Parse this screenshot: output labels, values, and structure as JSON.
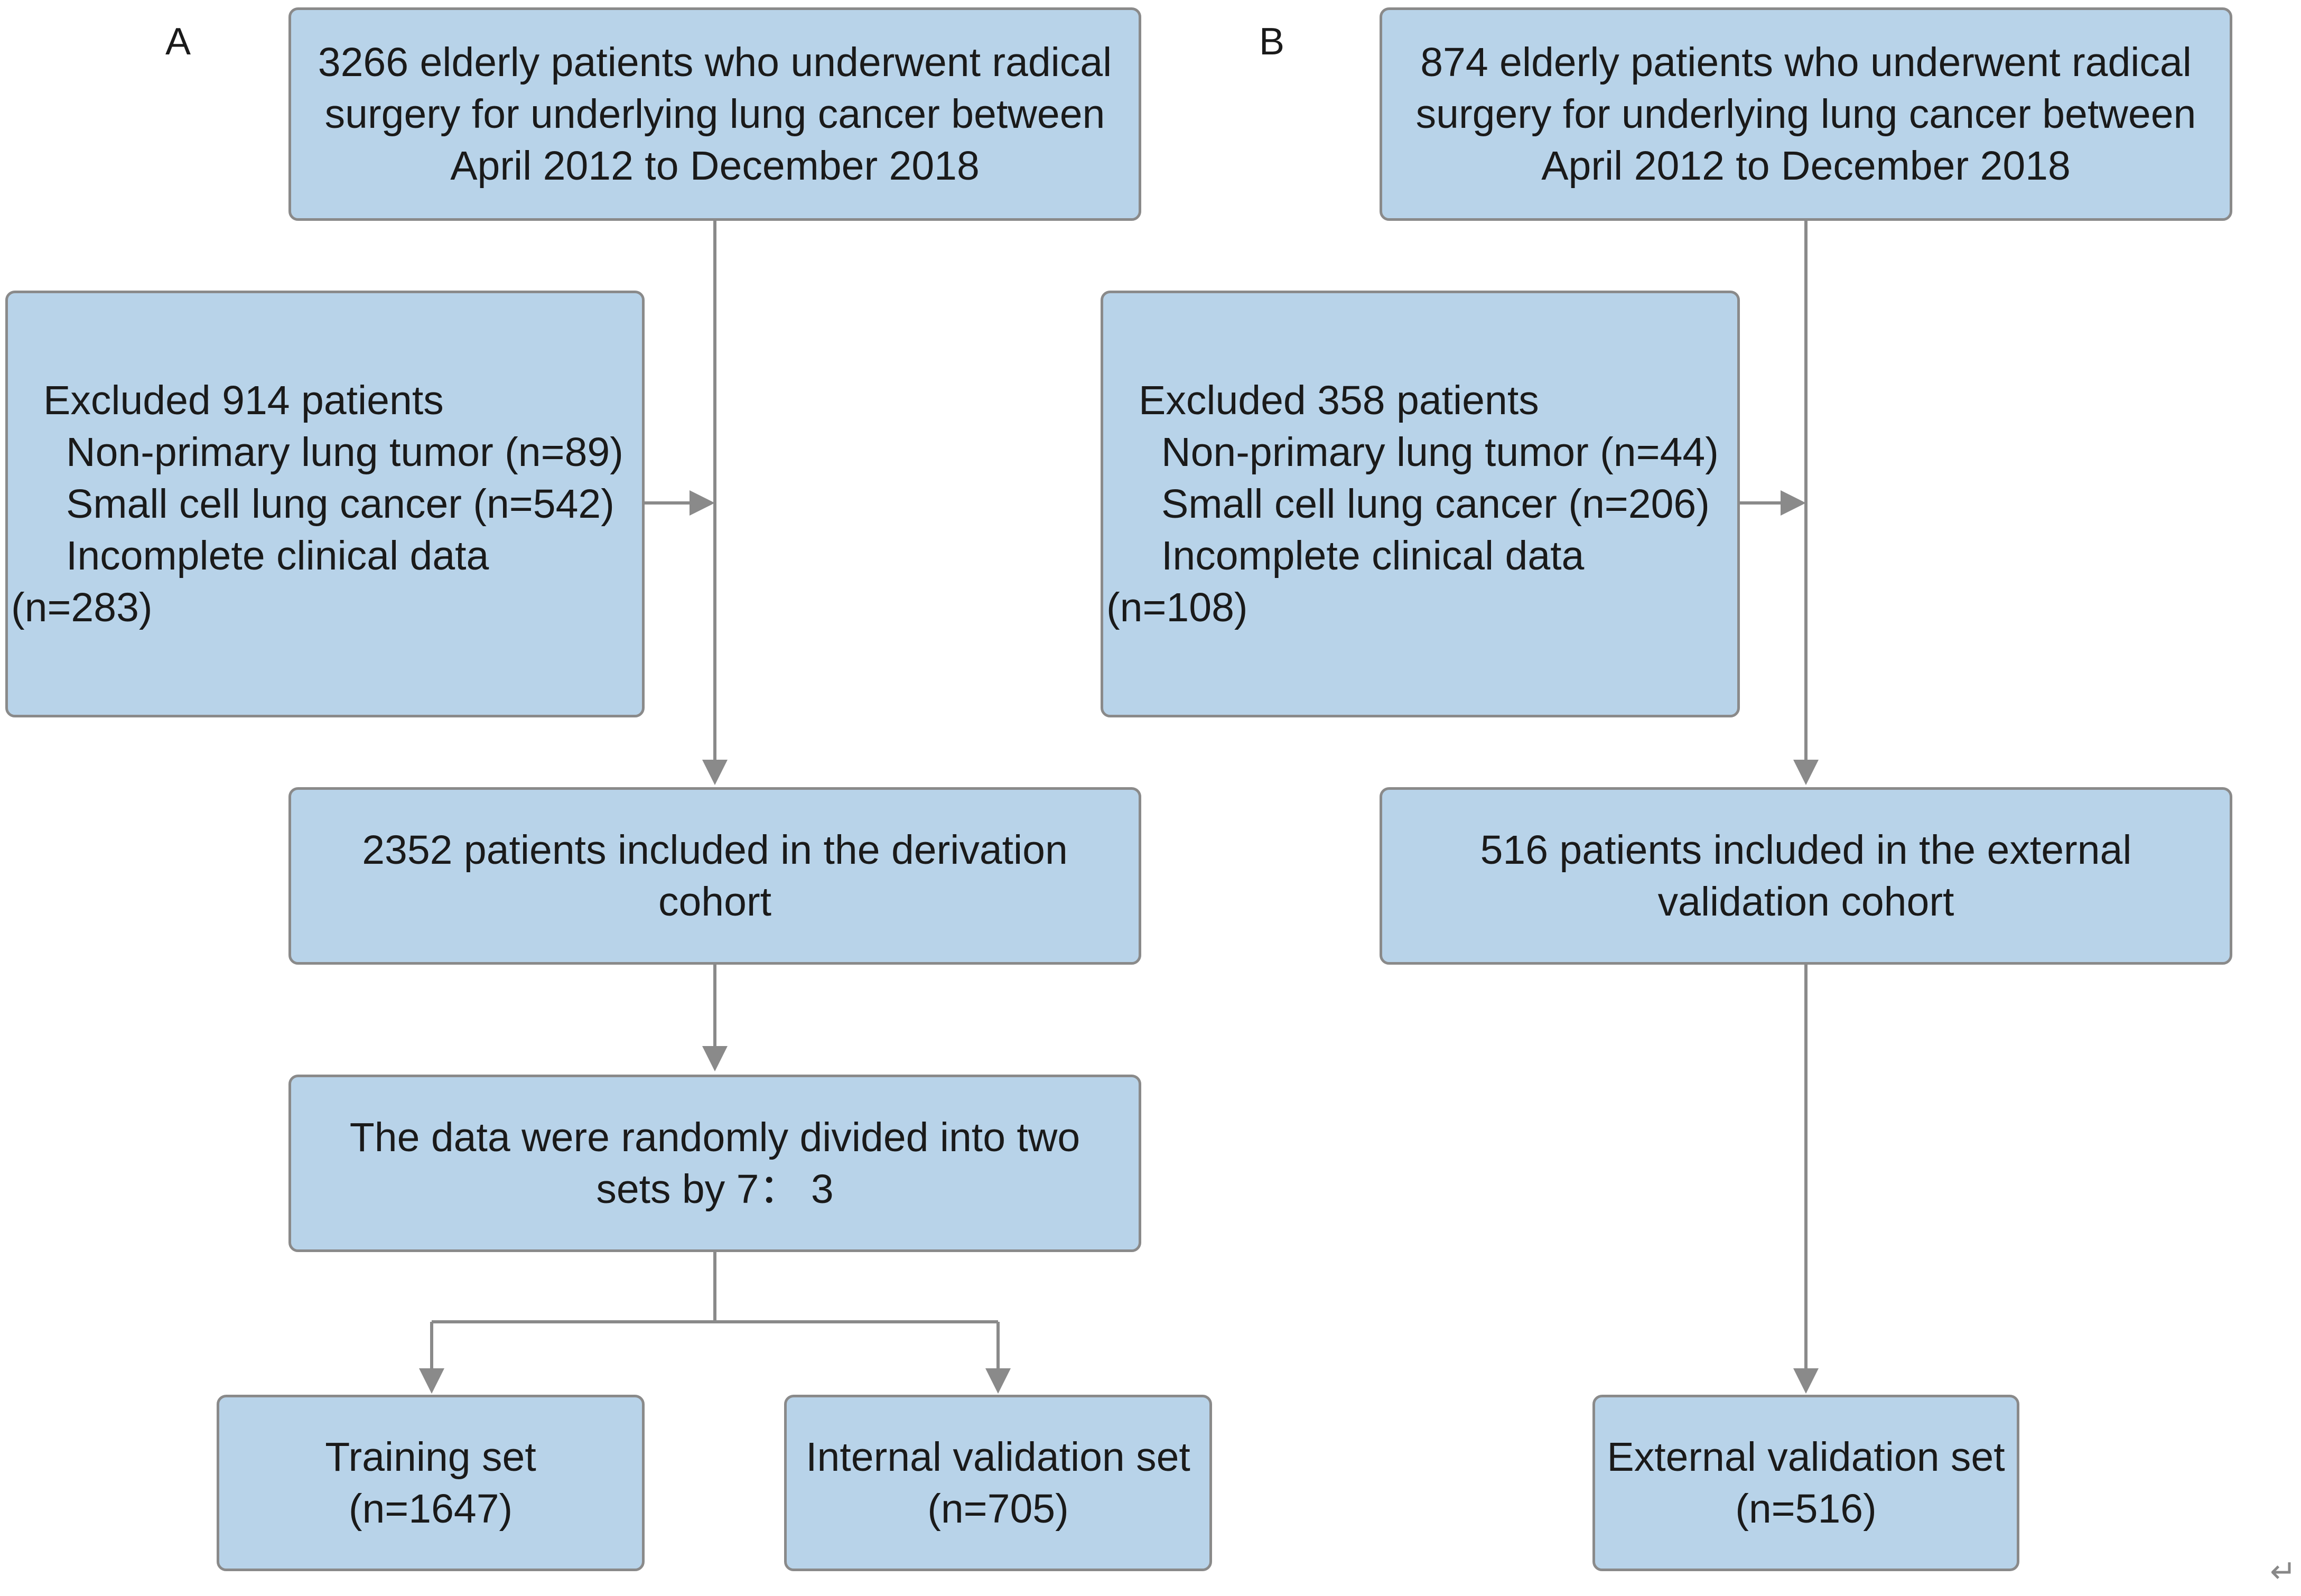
{
  "panels": {
    "a": {
      "label": "A",
      "top_box": [
        "3266 elderly patients who underwent radical",
        "surgery for underlying lung cancer between",
        "April 2012 to December 2018"
      ],
      "excluded": {
        "title": "Excluded 914 patients",
        "items": [
          "Non-primary lung tumor (n=89)",
          "Small cell lung cancer (n=542)",
          "Incomplete clinical data"
        ],
        "tail": "(n=283)"
      },
      "included_box": [
        "2352  patients included in the derivation",
        "cohort"
      ],
      "split_box": [
        "The data were randomly divided into two",
        "sets by 7： 3"
      ],
      "training_box": [
        "Training set",
        "(n=1647)"
      ],
      "internal_box": [
        "Internal validation set",
        "(n=705)"
      ]
    },
    "b": {
      "label": "B",
      "top_box": [
        "874 elderly patients who underwent radical",
        "surgery for underlying lung cancer between",
        "April 2012 to December 2018"
      ],
      "excluded": {
        "title": "Excluded 358 patients",
        "items": [
          "Non-primary lung tumor (n=44)",
          "Small cell lung cancer (n=206)",
          "Incomplete clinical data"
        ],
        "tail": "(n=108)"
      },
      "included_box": [
        "516  patients included in the external",
        "validation cohort"
      ],
      "external_box": [
        "External validation set",
        "(n=516)"
      ]
    }
  },
  "end_mark": "↵",
  "colors": {
    "box_fill": "#b8d3e9",
    "box_border": "#8a8a8a",
    "arrow": "#8a8a8a"
  }
}
